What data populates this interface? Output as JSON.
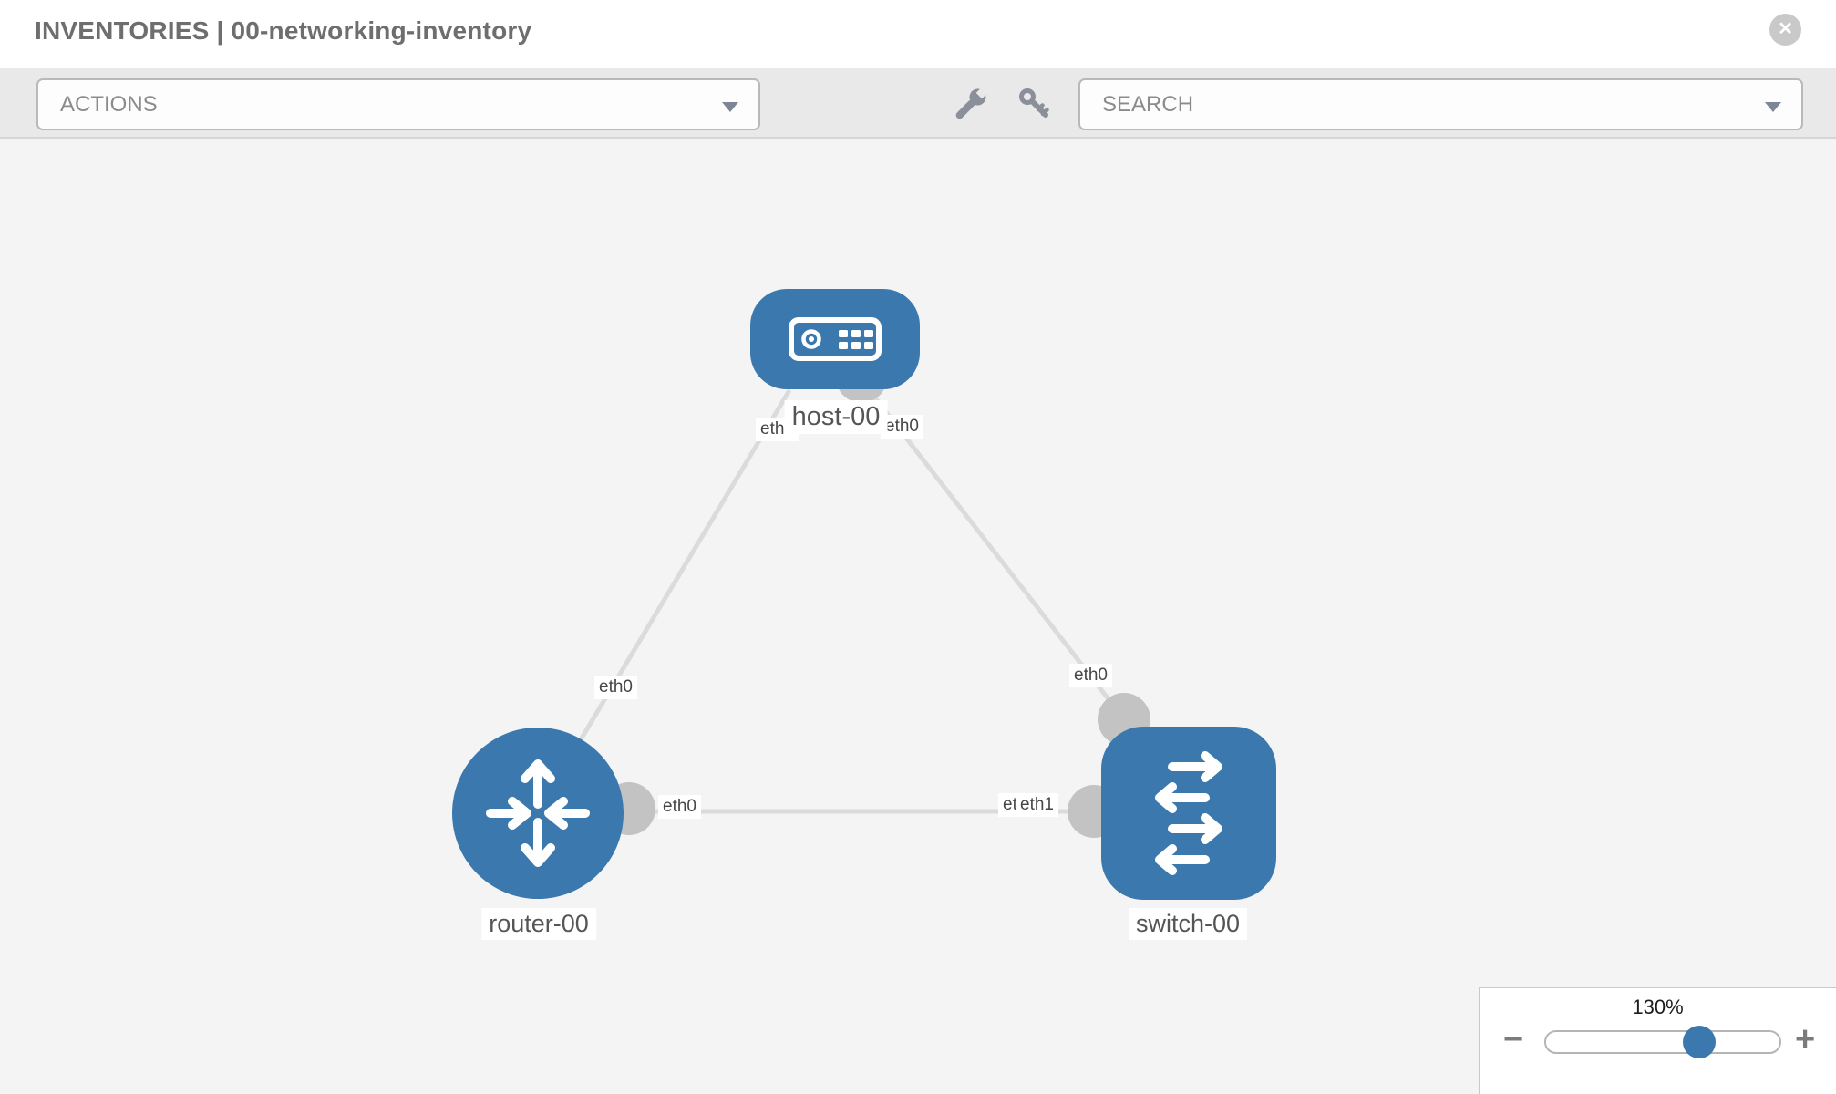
{
  "header": {
    "title": "INVENTORIES | 00-networking-inventory"
  },
  "toolbar": {
    "actions_label": "ACTIONS",
    "search_label": "SEARCH"
  },
  "icons": {
    "close": "✕",
    "minus": "−",
    "plus": "+"
  },
  "topology": {
    "nodes": [
      {
        "id": "host-00",
        "type": "host",
        "label": "host-00"
      },
      {
        "id": "router-00",
        "type": "router",
        "label": "router-00"
      },
      {
        "id": "switch-00",
        "type": "switch",
        "label": "switch-00"
      }
    ],
    "links": [
      {
        "from": "router-00",
        "from_interface": "eth0",
        "to": "host-00",
        "to_interface": "eth0"
      },
      {
        "from": "host-00",
        "from_interface": "eth0",
        "to": "switch-00",
        "to_interface": "eth0"
      },
      {
        "from": "router-00",
        "from_interface": "eth0",
        "to": "switch-00",
        "to_interface": "eth1"
      }
    ],
    "interface_labels": {
      "host_end_to_router": "eth0",
      "host_end_to_switch": "eth0",
      "router_end_to_host": "eth0",
      "switch_end_to_host": "eth0",
      "router_end_to_switch": "eth0",
      "switch_end_to_router_behind": "eth0",
      "switch_end_to_router": "eth1"
    }
  },
  "zoom_control": {
    "level": "130%"
  },
  "colors": {
    "node_blue": "#3a78ae",
    "interface_dot": "#c3c3c3",
    "link_line": "#dbdbdb"
  }
}
